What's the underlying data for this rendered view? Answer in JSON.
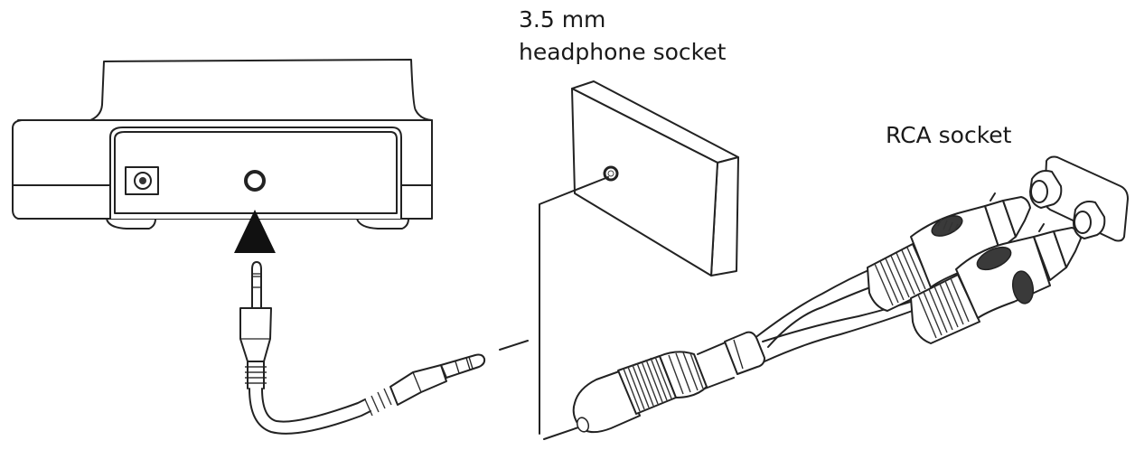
{
  "diagram": {
    "title": "Connecting device audio output to 3.5 mm headphone socket or RCA socket",
    "labels": {
      "headphone_line1": "3.5 mm",
      "headphone_line2": "headphone socket",
      "rca": "RCA socket"
    },
    "components": [
      {
        "id": "device",
        "name": "Device rear panel with DC power jack and 3.5 mm audio output"
      },
      {
        "id": "arrow",
        "name": "Insertion arrow pointing at audio output jack"
      },
      {
        "id": "aux-cable",
        "name": "3.5 mm to 3.5 mm audio cable"
      },
      {
        "id": "wall-plate",
        "name": "Wall plate with 3.5 mm headphone socket"
      },
      {
        "id": "rca-adapter",
        "name": "3.5 mm female to dual RCA male adapter"
      },
      {
        "id": "rca-socket-plate",
        "name": "Dual RCA socket plate"
      }
    ],
    "colors": {
      "line": "#222222",
      "fill_dark": "#3a3a3a",
      "background": "#ffffff"
    }
  }
}
